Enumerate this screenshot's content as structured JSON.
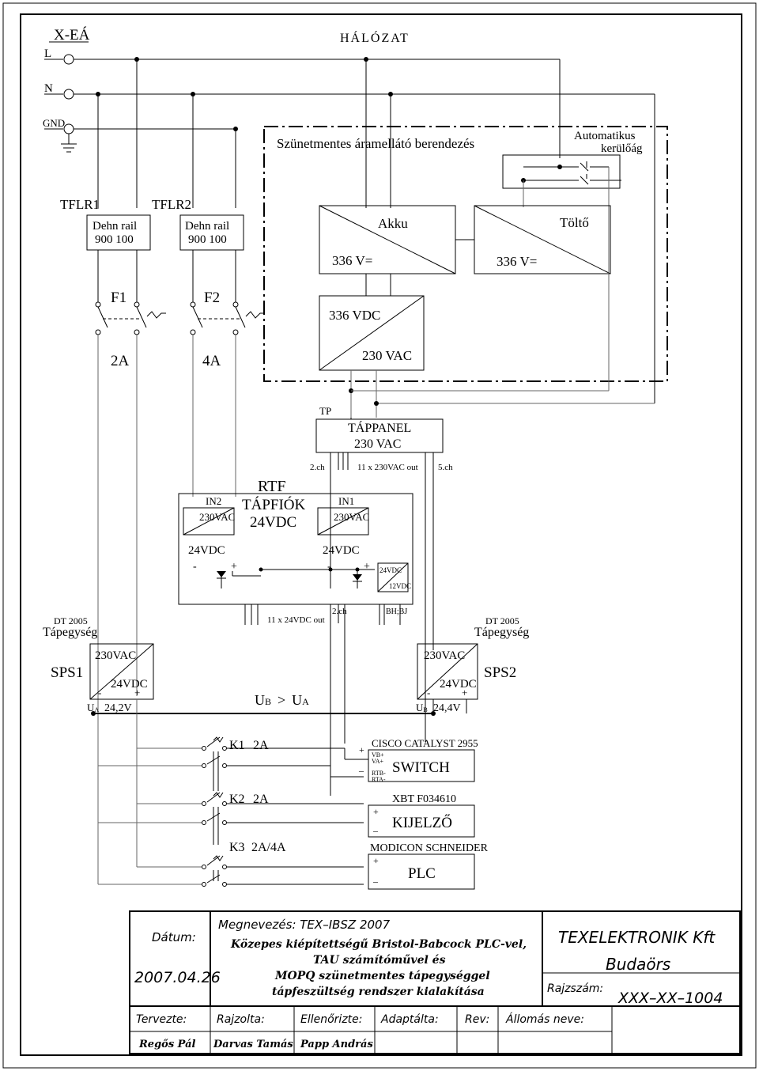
{
  "header": {
    "xea": "X-EÁ",
    "network": "HÁLÓZAT",
    "l": "L",
    "n": "N",
    "gnd": "GND"
  },
  "ups": {
    "title": "Szünetmentes áramellátó berendezés",
    "bypass_line1": "Automatikus",
    "bypass_line2": "kerülőág",
    "akku": "Akku",
    "tolto": "Töltő",
    "v_left": "336 V=",
    "v_right": "336 V=",
    "inv_top": "336 VDC",
    "inv_bottom": "230 VAC"
  },
  "protection": {
    "tflr1": "TFLR1",
    "tflr2": "TFLR2",
    "dehn1_l1": "Dehn rail",
    "dehn1_l2": "900 100",
    "dehn2_l1": "Dehn rail",
    "dehn2_l2": "900 100",
    "f1": "F1",
    "f2": "F2",
    "a1": "2A",
    "a2": "4A"
  },
  "tappanel": {
    "tp": "TP",
    "l1": "TÁPPANEL",
    "l2": "230 VAC",
    "ch2": "2.ch",
    "out": "11 x 230VAC out",
    "ch5": "5.ch"
  },
  "rtf": {
    "title": "RTF",
    "sub1": "TÁPFIÓK",
    "sub2": "24VDC",
    "in2": "IN2",
    "in2_v": "230VAC",
    "in1": "IN1",
    "in1_v": "230VAC",
    "out_left": "24VDC",
    "out_right": "24VDC",
    "minus": "-",
    "plus": "+",
    "conv_top": "24VDC",
    "conv_bottom": "12VDC",
    "out24": "11 x 24VDC out",
    "ch2": "2.ch",
    "bhbj": "BH;BJ"
  },
  "sps1": {
    "dt": "DT 2005",
    "tap": "Tápegység",
    "name": "SPS1",
    "in": "230VAC",
    "out": "24VDC",
    "minus": "-",
    "plus": "+",
    "u": "U",
    "u_sub": "A",
    "value": "24,2V"
  },
  "sps2": {
    "dt": "DT 2005",
    "tap": "Tápegység",
    "name": "SPS2",
    "in": "230VAC",
    "out": "24VDC",
    "minus": "-",
    "plus": "+",
    "u": "U",
    "u_sub": "B",
    "value": "24,4V"
  },
  "compare": {
    "ub": "U",
    "ub_sub": "B",
    "gt": ">",
    "ua": "U",
    "ua_sub": "A"
  },
  "relays": {
    "k1": "K1",
    "k1_a": "2A",
    "k2": "K2",
    "k2_a": "2A",
    "k3": "K3",
    "k3_a": "2A/4A"
  },
  "loads": {
    "cisco": "CISCO CATALYST 2955",
    "vb": "VB+",
    "va": "VA+",
    "rtb": "RTB-",
    "rta": "RTA-",
    "switch": "SWITCH",
    "xbt": "XBT F034610",
    "kijelzo": "KIJELZŐ",
    "modicon": "MODICON SCHNEIDER",
    "plc": "PLC",
    "plus": "+",
    "minus": "–"
  },
  "titleblock": {
    "datum_label": "Dátum:",
    "datum": "2007.04.26",
    "megnevezes": "Megnevezés: TEX–IBSZ 2007",
    "desc1": "Közepes kiépítettségű Bristol-Babcock PLC-vel,",
    "desc2": "TAU számítóművel és",
    "desc3": "MOPQ szünetmentes tápegységgel",
    "desc4": "tápfeszültség rendszer kialakítása",
    "company1": "TEXELEKTRONIK Kft",
    "company2": "Budaörs",
    "rajzszam_label": "Rajzszám:",
    "rajzszam": "XXX–XX–1004",
    "tervezte_label": "Tervezte:",
    "tervezte": "Regős Pál",
    "rajzolta_label": "Rajzolta:",
    "rajzolta": "Darvas Tamás",
    "ellenorizte_label": "Ellenőrizte:",
    "ellenorizte": "Papp András",
    "adaptalta_label": "Adaptálta:",
    "rev_label": "Rev:",
    "allomas_label": "Állomás neve:"
  }
}
